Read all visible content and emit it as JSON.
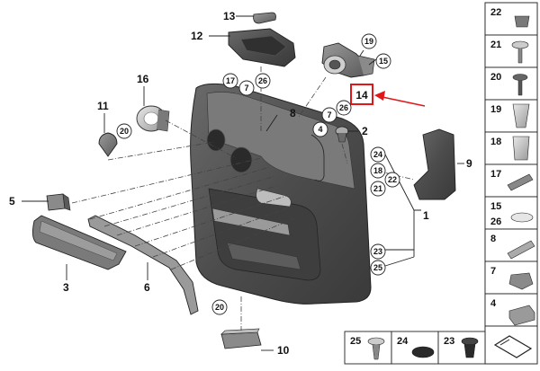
{
  "labels": {
    "l13": "13",
    "l12": "12",
    "l16": "16",
    "l11": "11",
    "l5": "5",
    "l3": "3",
    "l6": "6",
    "l10": "10",
    "l9": "9",
    "l1": "1",
    "l2": "2",
    "l8": "8",
    "l14": "14"
  },
  "circles": {
    "c19": "19",
    "c15": "15",
    "c17": "17",
    "c7a": "7",
    "c26a": "26",
    "c7b": "7",
    "c26b": "26",
    "c4": "4",
    "c20a": "20",
    "c24": "24",
    "c18": "18",
    "c22": "22",
    "c21": "21",
    "c23": "23",
    "c25": "25",
    "c20b": "20"
  },
  "parts_panel": [
    "22",
    "21",
    "20",
    "19",
    "18",
    "17",
    "15",
    "26",
    "8",
    "7",
    "4"
  ],
  "bottom_panel": [
    "25",
    "24",
    "23"
  ],
  "colors": {
    "highlight": "#e0161b",
    "part_dark": "#4a4a4a",
    "part_mid": "#8a8a8a",
    "panel_border": "#222222"
  }
}
